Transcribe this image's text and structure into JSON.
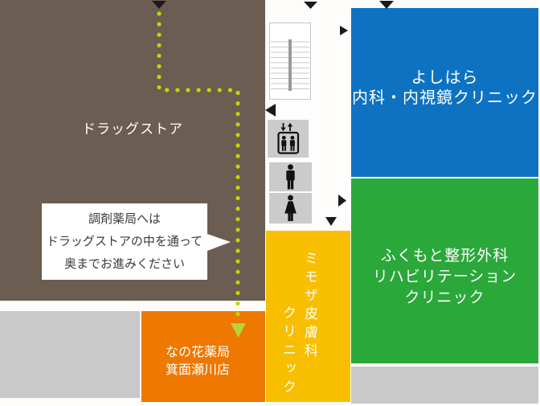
{
  "map_title": "clinic-mall-floor-map",
  "blocks": {
    "drugstore": {
      "label": "ドラッグストア",
      "color": "#6b5d51"
    },
    "nanohana_pharmacy": {
      "lines": [
        "なの花薬局",
        "箕面瀬川店"
      ],
      "color": "#ee7800"
    },
    "mimosa_dermatology": {
      "columns": [
        "ミモザ皮膚科",
        "クリニック"
      ],
      "color": "#f8bf00"
    },
    "yoshihara_clinic": {
      "lines": [
        "よしはら",
        "内科・内視鏡クリニック"
      ],
      "color": "#0e72c3"
    },
    "fukumoto_clinic": {
      "lines": [
        "ふくもと整形外科",
        "リハビリテーション",
        "クリニック"
      ],
      "color": "#2aa83a"
    },
    "vacant_left": {
      "color": "#c9c9c9"
    },
    "vacant_right": {
      "color": "#c9c9c9"
    }
  },
  "callout": {
    "lines": [
      "調剤薬局へは",
      "ドラッグストアの中を通って",
      "奥までお進みください"
    ],
    "text_color": "#3f3a36",
    "bg_color": "#ffffff"
  },
  "route": {
    "dot_color": "#c3d600",
    "arrow_color": "#b7d23c"
  },
  "entrance_markers": {
    "color": "#1a1a1a",
    "count": 7
  },
  "icons": {
    "stairs": "stairs-icon",
    "elevator": "elevator-icon",
    "mens_restroom": "mens-restroom-icon",
    "womens_restroom": "womens-restroom-icon"
  }
}
